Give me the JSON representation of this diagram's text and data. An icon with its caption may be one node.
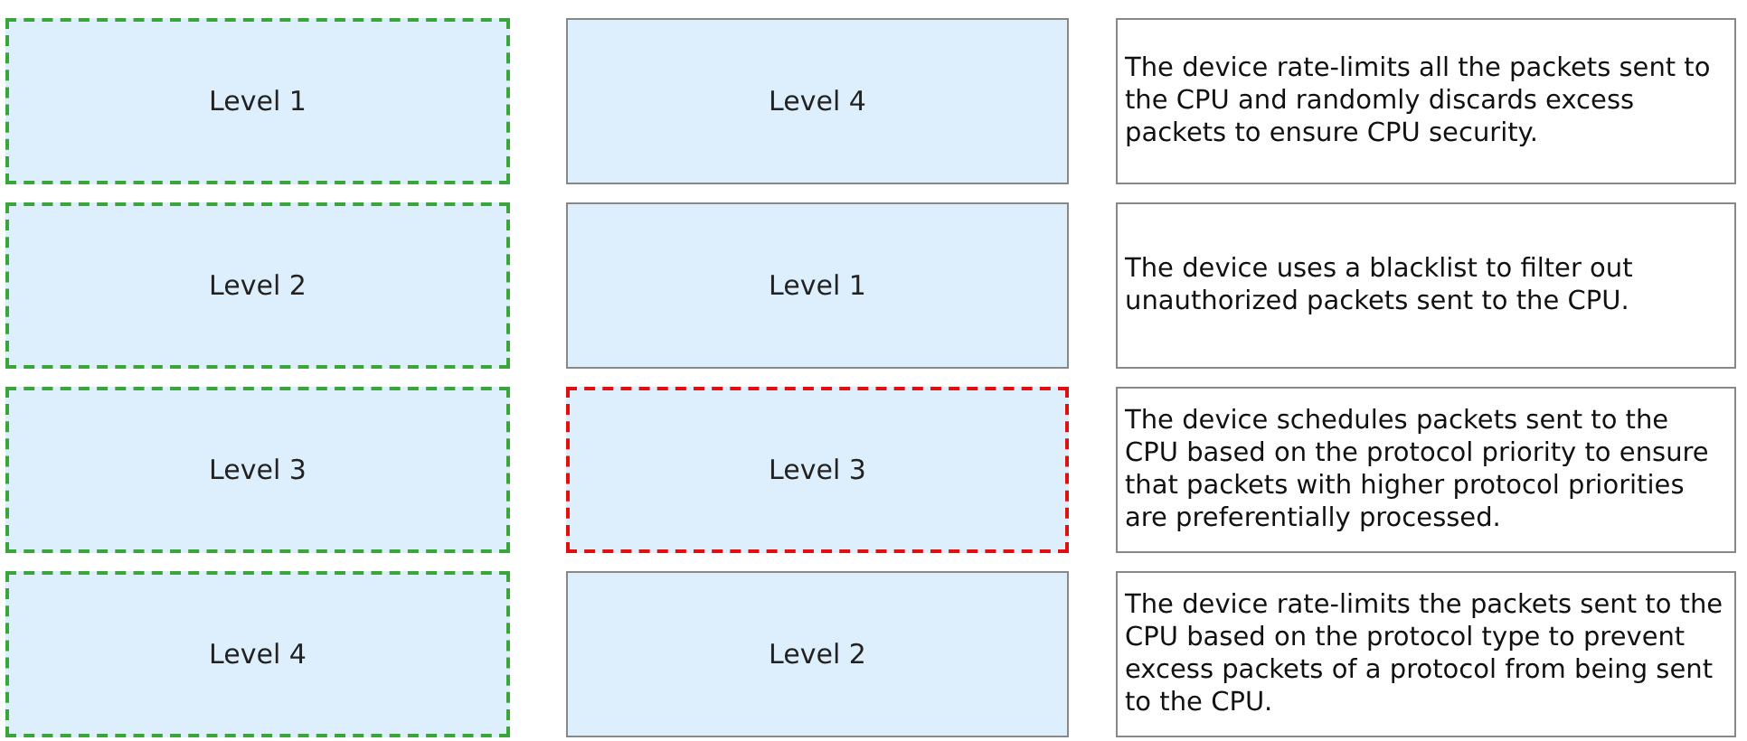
{
  "diagram": {
    "nodes": [
      {
        "text": [
          "Level 1"
        ]
      },
      {
        "text": [
          "Level 4"
        ]
      },
      {
        "text": [
          "The device rate-limits all the packets sent to the CPU and randomly discards excess packets to ensure CPU security."
        ]
      },
      {
        "text": [
          "Level 2"
        ]
      },
      {
        "text": [
          "Level 1"
        ]
      },
      {
        "text": [
          "The device uses a blacklist to filter out unauthorized packets sent to the CPU."
        ]
      },
      {
        "text": [
          "Level 3"
        ]
      },
      {
        "text": [
          "Level 3"
        ]
      },
      {
        "text": [
          "The device schedules packets sent to the CPU based on the protocol priority to ensure that packets with higher protocol priorities are preferentially processed."
        ]
      },
      {
        "text": [
          "Level 4"
        ]
      },
      {
        "text": [
          "Level 2"
        ]
      },
      {
        "text": [
          "The device rate-limits the packets sent to the CPU based on the protocol type to prevent excess packets of a protocol from being sent to the CPU."
        ]
      }
    ]
  }
}
